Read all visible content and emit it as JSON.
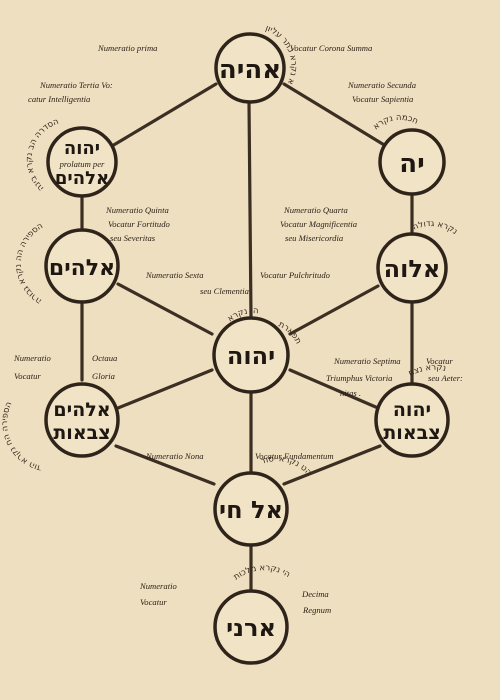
{
  "colors": {
    "paper": "#eedfc0",
    "ink": "#2f241a",
    "line": "#3b2e22"
  },
  "nodes": {
    "keter": {
      "hebrew": "אהיה"
    },
    "chokhmah": {
      "hebrew": "יה"
    },
    "binah": {
      "hebrew_top": "יהוה",
      "latin": "prolatum per",
      "hebrew_bottom": "אלהים"
    },
    "chesed": {
      "hebrew": "אלוה"
    },
    "gevurah": {
      "hebrew": "אלהים"
    },
    "tiferet": {
      "hebrew": "יהוה"
    },
    "netzach": {
      "hebrew_top": "יהוה",
      "hebrew_bottom": "צבאות"
    },
    "hod": {
      "hebrew_top": "אלהים",
      "hebrew_bottom": "צבאות"
    },
    "yesod": {
      "hebrew": "אל חי"
    },
    "malkhut": {
      "hebrew": "ארני"
    }
  },
  "arc_texts": {
    "keter": "הא נקרא כתר עליון",
    "chokhmah": "חכמה נקרא",
    "binah": "הסדרה הב נקרא בינה",
    "chesed": "נקרא גדולה",
    "gevurah": "הספירה הה נקרא גבורה",
    "tiferet_left": "הו נקרא",
    "tiferet_right": "תפארת",
    "netzach": "נקרא נצח",
    "hod": "הספירה הח נקרא הוד",
    "yesod": "הט נקרא יסוד",
    "malkhut": "הי נקרא מלכות"
  },
  "annotations": {
    "keter_left": "Numeratio prima",
    "keter_right": "Vocatur Corona Summa",
    "binah_1": "Numeratio Tertia Vo:",
    "binah_2": "catur Intelligentia",
    "chokhmah_1": "Numeratio Secunda",
    "chokhmah_2": "Vocatur Sapientia",
    "gevurah_1": "Numeratio Quinta",
    "gevurah_2": "Vocatur Fortitudo",
    "gevurah_3": "seu Severitas",
    "chesed_1": "Numeratio Quarta",
    "chesed_2": "Vocatur Magnificentia",
    "chesed_3": "seu Misericordia",
    "tiferet_1": "Numeratio Sexta",
    "tiferet_2": "Vocatur Pulchritudo",
    "tiferet_3": "seu Clementia",
    "hod_1": "Numeratio",
    "hod_2": "Vocatur",
    "hod_3": "Octaua",
    "hod_4": "Gloria",
    "netzach_1": "Numeratio Septima",
    "netzach_2": "Vocatur",
    "netzach_3": "Triumphus Victoria",
    "netzach_4": "seu Aeter:",
    "netzach_5": "nitas .",
    "yesod_left": "Numeratio Nona",
    "yesod_right": "Vocatur Fundamentum",
    "malkhut_1": "Numeratio",
    "malkhut_2": "Vocatur",
    "malkhut_3": "Decima",
    "malkhut_4": "Regnum"
  }
}
